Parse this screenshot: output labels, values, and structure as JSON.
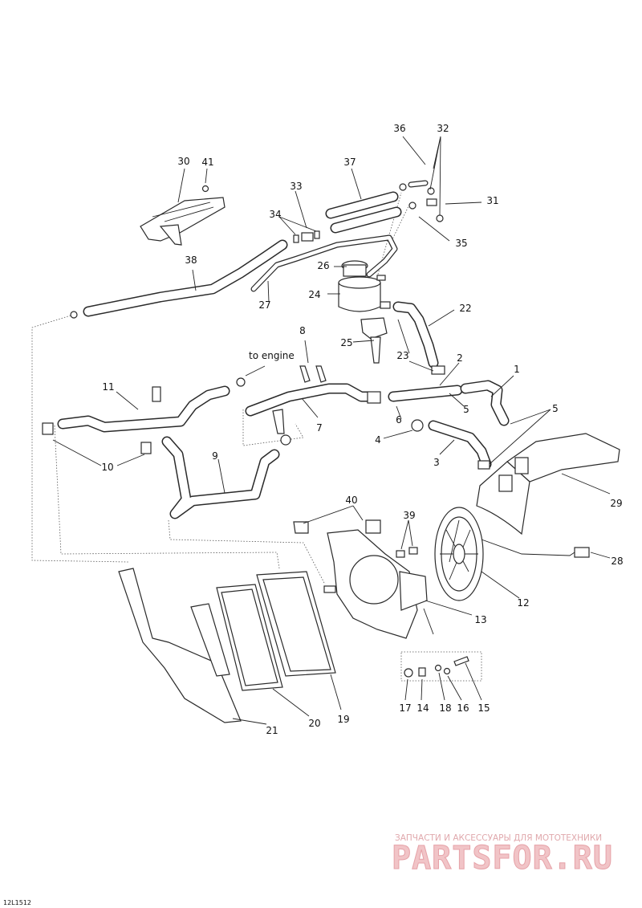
{
  "diagram": {
    "reference_code": "12L1512",
    "annotation": "to engine",
    "callouts": [
      "1",
      "2",
      "3",
      "4",
      "5",
      "5",
      "6",
      "7",
      "8",
      "9",
      "10",
      "11",
      "12",
      "13",
      "14",
      "15",
      "16",
      "17",
      "18",
      "19",
      "20",
      "21",
      "22",
      "23",
      "24",
      "25",
      "26",
      "27",
      "28",
      "29",
      "30",
      "31",
      "32",
      "33",
      "34",
      "35",
      "36",
      "37",
      "38",
      "39",
      "40",
      "41"
    ]
  },
  "watermark": {
    "tagline": "ЗАПЧАСТИ И АКСЕССУАРЫ ДЛЯ МОТОТЕХНИКИ",
    "brand": "PARTSFOR.RU",
    "color": "#e6a2a8"
  }
}
